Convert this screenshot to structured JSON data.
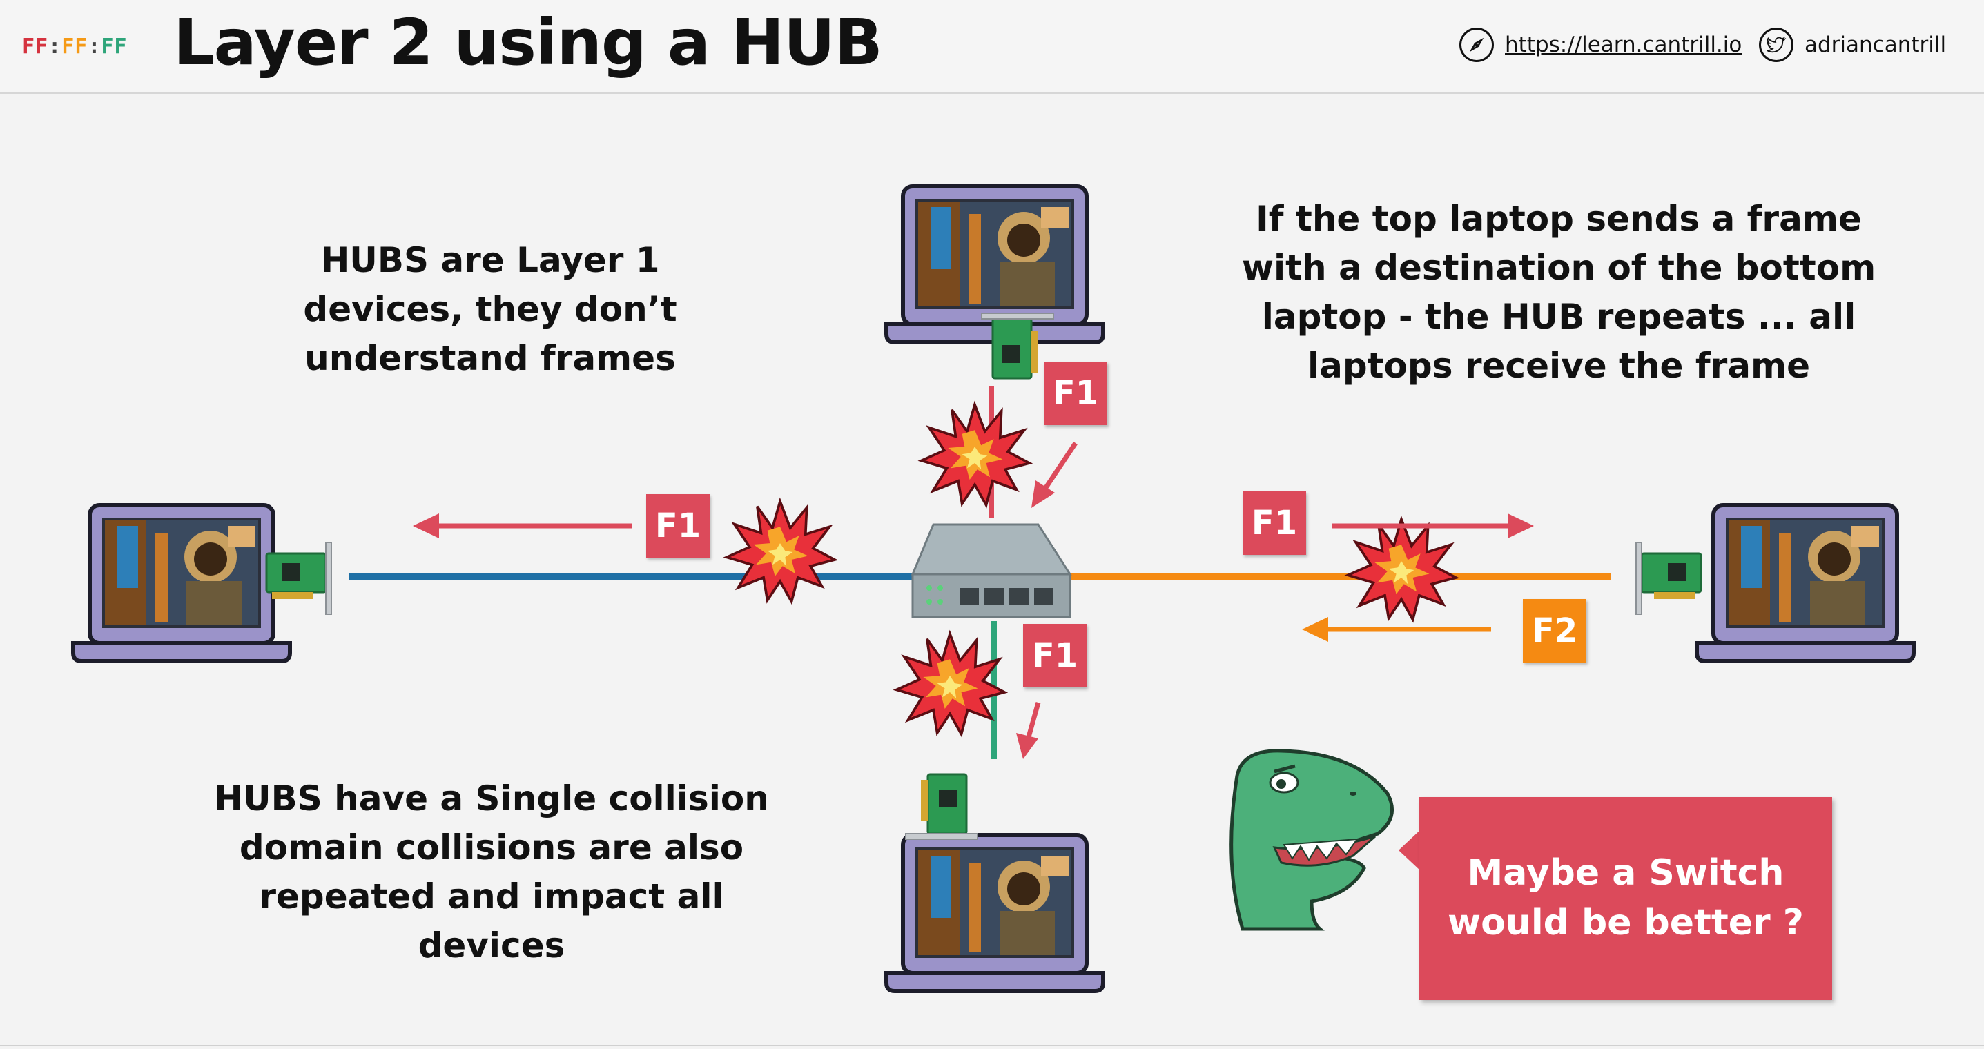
{
  "header": {
    "logo": {
      "part1": "FF",
      "sep1": ":",
      "part2": "FF",
      "sep2": ":",
      "part3": "FF"
    },
    "title": "Layer 2 using a HUB",
    "website": "https://learn.cantrill.io",
    "social": "adriancantrill",
    "icons": {
      "website": "compass-icon",
      "social": "twitter-bird-icon"
    }
  },
  "notes": {
    "top_left": [
      "HUBS are Layer 1",
      "devices, they don’t",
      "understand frames"
    ],
    "top_right": [
      "If the top laptop sends a frame",
      "with a destination of the bottom",
      "laptop - the HUB repeats ... all",
      "laptops receive the frame"
    ],
    "bottom_left": [
      "HUBS have a Single collision",
      "domain collisions are also",
      "repeated and impact all devices"
    ]
  },
  "frames": {
    "top": "F1",
    "left": "F1",
    "right": "F1",
    "bottom": "F1",
    "right_return": "F2"
  },
  "callout": [
    "Maybe a Switch",
    "would be better ?"
  ],
  "colors": {
    "red": "#dc4a5b",
    "orange": "#f58a12",
    "blue": "#1e6fa5",
    "green": "#2ea57a",
    "hub": "#a9b6bb"
  }
}
